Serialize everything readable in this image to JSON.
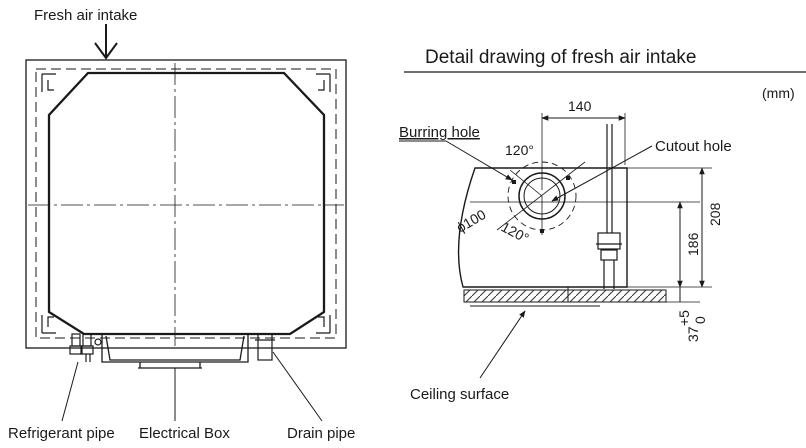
{
  "labels": {
    "fresh_air_intake": "Fresh air intake",
    "detail_title": "Detail drawing of fresh air intake",
    "unit": "(mm)",
    "burring_hole": "Burring hole",
    "cutout_hole": "Cutout hole",
    "ceiling_surface": "Ceiling surface",
    "refrigerant_pipe": "Refrigerant pipe",
    "electrical_box": "Electrical Box",
    "drain_pipe": "Drain pipe"
  },
  "dimensions": {
    "width_140": "140",
    "angle_top": "120°",
    "angle_bottom": "120°",
    "diameter": "ϕ100",
    "height_208": "208",
    "height_186": "186",
    "tolerance_plus": "+5",
    "tolerance_zero": "0",
    "offset_37": "37"
  }
}
